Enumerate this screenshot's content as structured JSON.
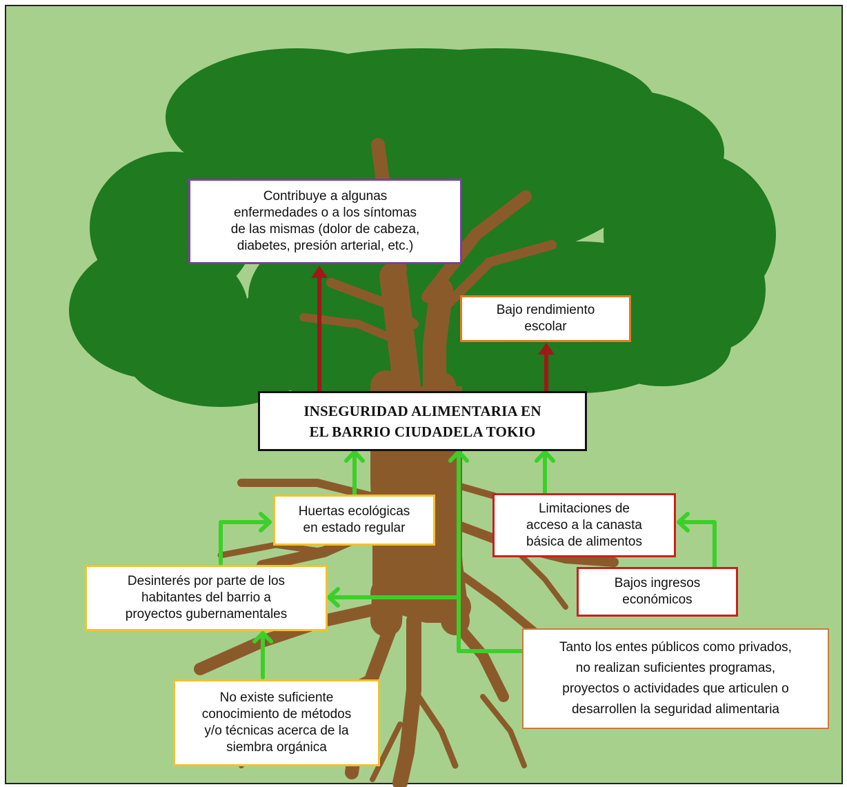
{
  "diagram": {
    "central_problem": "INSEGURIDAD ALIMENTARIA EN\nEL BARRIO CIUDADELA TOKIO",
    "effects": {
      "diseases": "Contribuye a algunas\nenfermedades o a los síntomas\nde las mismas (dolor de cabeza,\ndiabetes, presión arterial, etc.)",
      "school": "Bajo rendimiento\nescolar"
    },
    "causes": {
      "gardens": "Huertas ecológicas\nen estado regular",
      "limits": "Limitaciones de\nacceso a la canasta\nbásica de alimentos",
      "income": "Bajos ingresos\neconómicos",
      "disinterest": "Desinterés por parte de los\nhabitantes del barrio a\nproyectos  gubernamentales",
      "programs": "Tanto los entes públicos como privados,\nno realizan suficientes programas,\nproyectos o actividades que articulen o\ndesarrollen la seguridad alimentaria",
      "knowledge": "No existe suficiente\nconocimiento de métodos\ny/o técnicas acerca  de la\nsiembra orgánica"
    },
    "colors": {
      "background": "#a8d08d",
      "canopy": "#1f7a20",
      "trunk": "#8b5a2b",
      "effect_arrow": "#a01818",
      "cause_arrow": "#3ccf2a"
    }
  }
}
